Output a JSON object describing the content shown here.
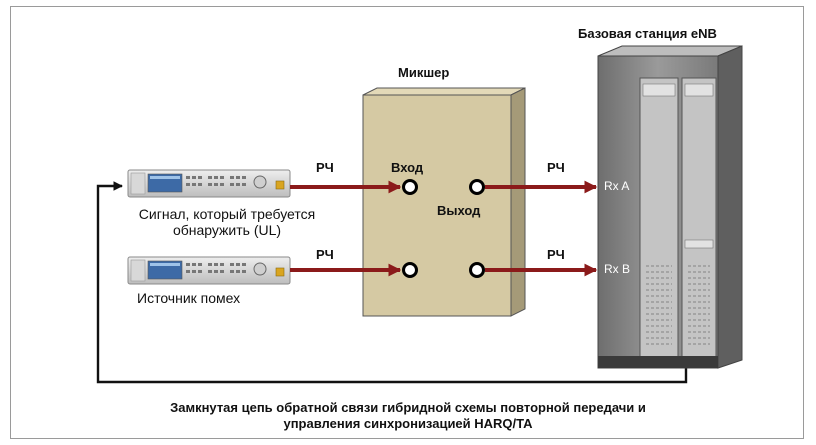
{
  "labels": {
    "base_station": "Базовая станция eNB",
    "mixer": "Микшер",
    "input": "Вход",
    "output": "Выход",
    "rf_top_left": "РЧ",
    "rf_bottom_left": "РЧ",
    "rf_top_right": "РЧ",
    "rf_bottom_right": "РЧ",
    "rx_a": "Rx A",
    "rx_b": "Rx B",
    "signal_gen_line1": "Сигнал, который требуется",
    "signal_gen_line2": "обнаружить (UL)",
    "interference_source": "Источник помех",
    "caption_line1": "Замкнутая цепь обратной связи гибридной схемы повторной передачи и",
    "caption_line2": "управления синхронизацией HARQ/TA"
  },
  "colors": {
    "rf_arrow": "#8b1a1a",
    "feedback_line": "#111111",
    "mixer_front": "#d5c9a3",
    "mixer_side": "#a59a78",
    "rack_body": "#8a8a8a"
  }
}
